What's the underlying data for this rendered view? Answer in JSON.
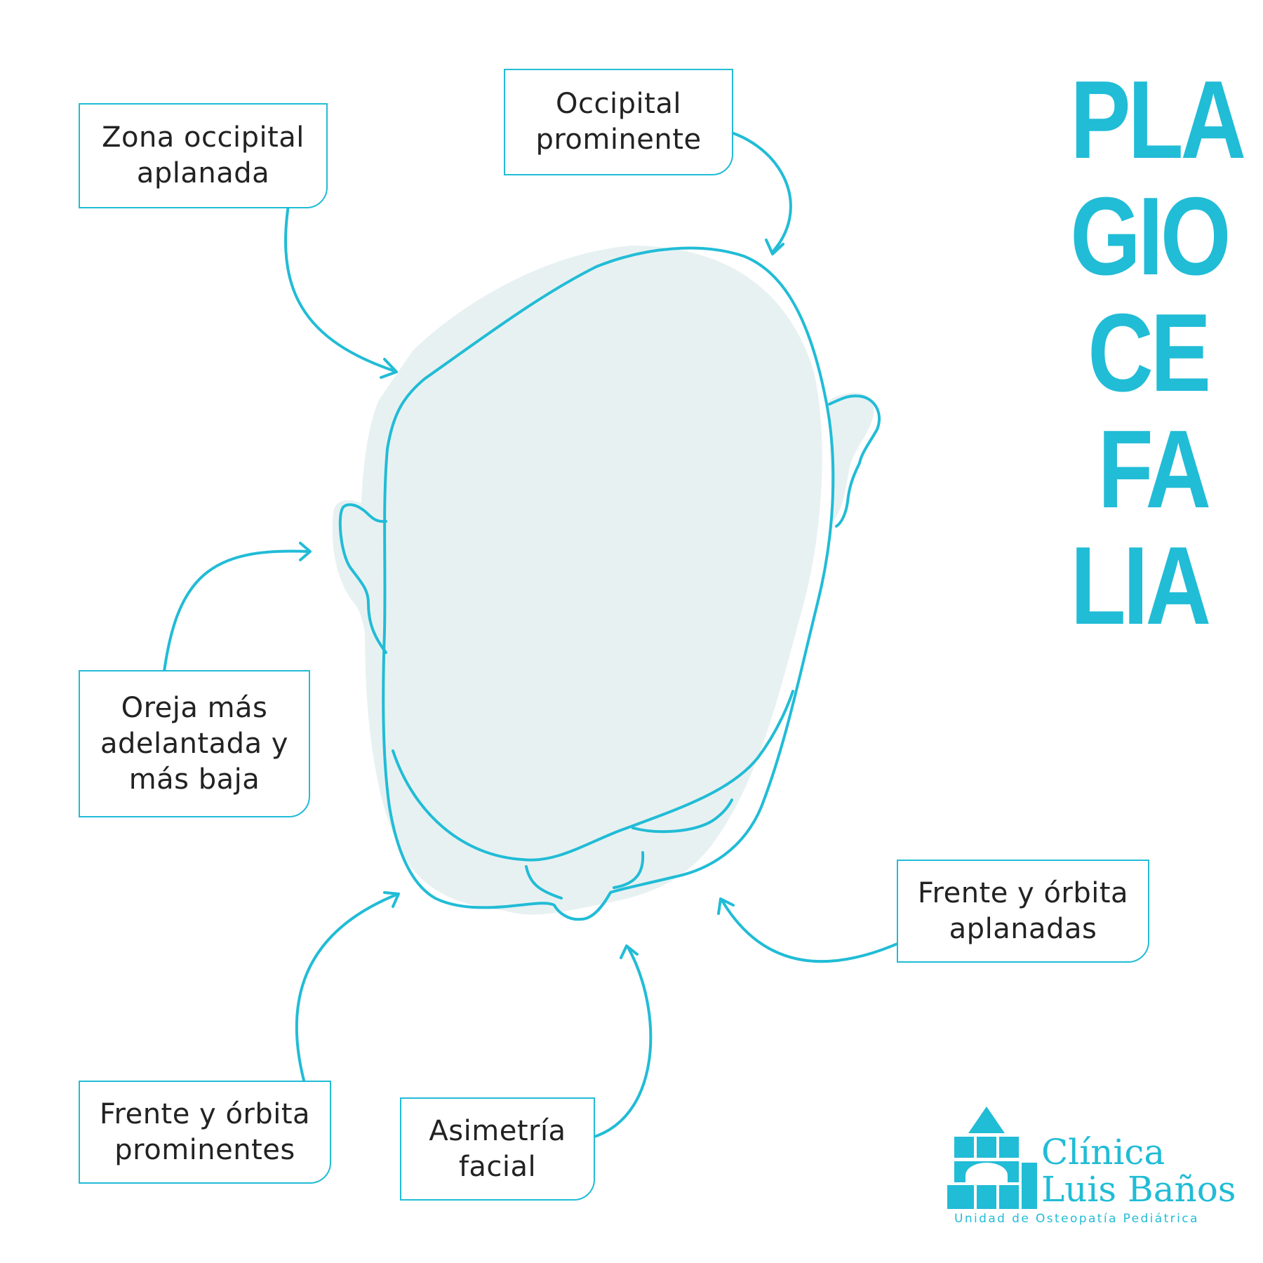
{
  "title_lines": [
    "PLA",
    "GIO",
    "CE",
    "FA",
    "LIA"
  ],
  "labels": {
    "zona_occipital": "Zona occipital\naplanada",
    "occipital_prominente": "Occipital\nprominente",
    "oreja": "Oreja más\nadelantada y\nmás baja",
    "frente_aplanadas": "Frente y órbita\naplanadas",
    "frente_prominentes": "Frente y órbita\nprominentes",
    "asimetria": "Asimetría\nfacial"
  },
  "logo": {
    "name_line1": "Clínica",
    "name_line2": "Luis Baños",
    "subtitle": "Unidad de Osteopatía Pediátrica"
  },
  "colors": {
    "accent": "#21bcd6",
    "head_fill": "#e8f1f2",
    "text": "#222222"
  }
}
